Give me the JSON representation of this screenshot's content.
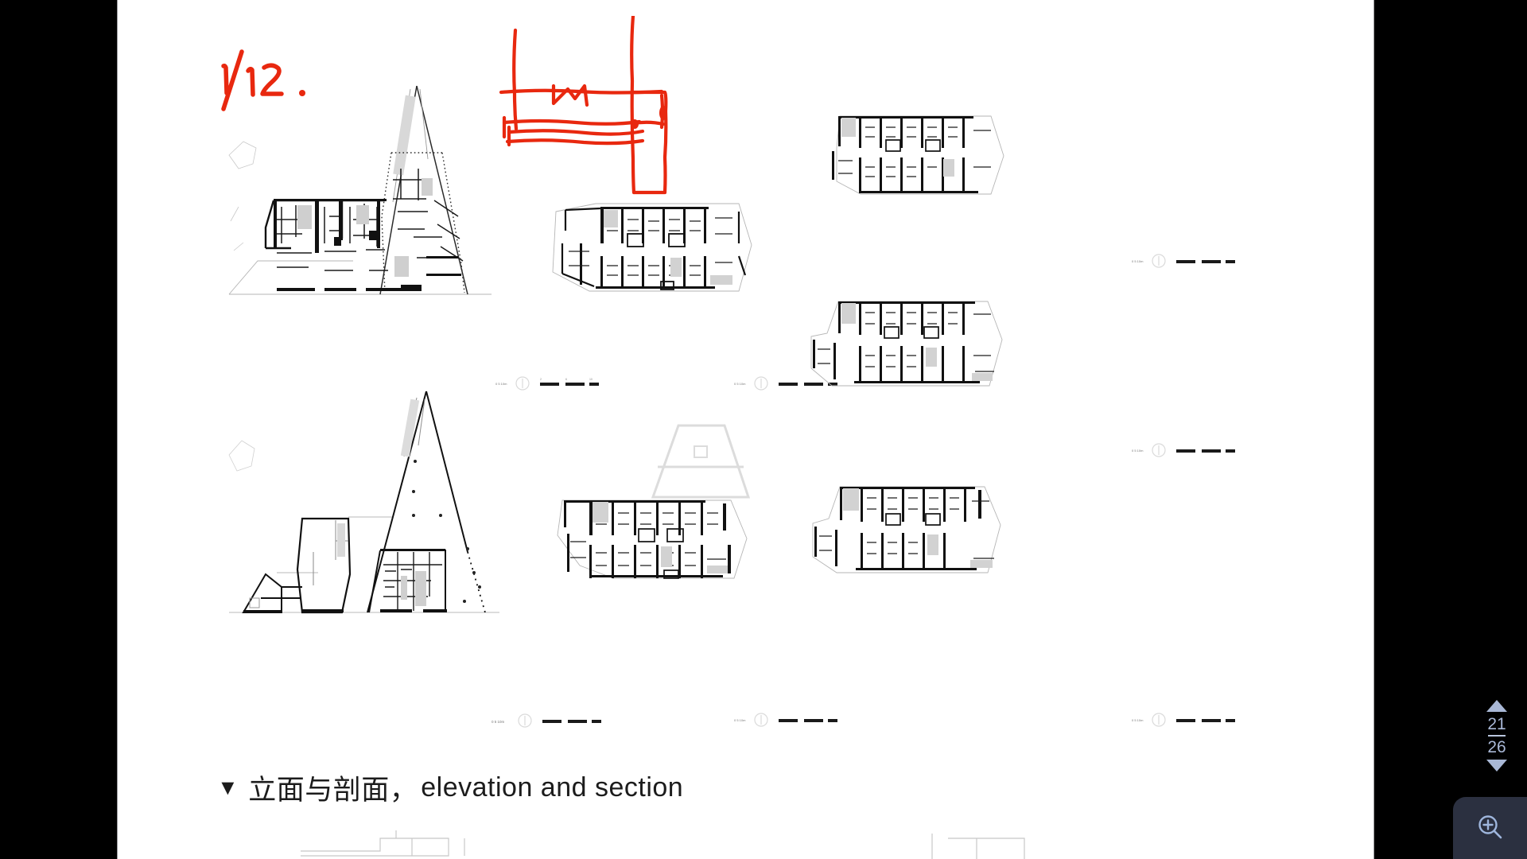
{
  "viewer": {
    "background": "#000000",
    "page_background": "#ffffff",
    "annotation_color": "#e8280f"
  },
  "document": {
    "caption": {
      "marker": "▼",
      "chinese": "立面与剖面，",
      "english": "elevation and section"
    },
    "handwritten_annotation": {
      "text": "1/12 .",
      "color": "#e8280f",
      "description": "red ink sketch of section lines over the plans"
    },
    "drawings": [
      {
        "id": "plan-top-left",
        "name": "roof plan with triangular atrium",
        "scale_label": "scale-bar"
      },
      {
        "id": "plan-top-middle",
        "name": "upper floor plan",
        "scale_label": "scale-bar"
      },
      {
        "id": "plan-top-right",
        "name": "apartment floor plan",
        "scale_label": "scale-bar"
      },
      {
        "id": "plan-middle-right",
        "name": "apartment floor plan",
        "scale_label": "scale-bar"
      },
      {
        "id": "plan-bottom-left",
        "name": "building section with triangular roof",
        "scale_label": "scale-bar"
      },
      {
        "id": "plan-bottom-middle",
        "name": "ground floor plan",
        "scale_label": "scale-bar"
      },
      {
        "id": "plan-bottom-right",
        "name": "apartment floor plan",
        "scale_label": "scale-bar"
      }
    ],
    "scale_bar": {
      "ticks": [
        "0",
        "5",
        "10"
      ],
      "unit_label": "m"
    }
  },
  "page_nav": {
    "current_page": "21",
    "total_pages": "26",
    "up_label": "▲",
    "down_label": "▼"
  },
  "zoom_control": {
    "icon": "magnifier-plus-icon",
    "color": "#9fb6dd"
  }
}
